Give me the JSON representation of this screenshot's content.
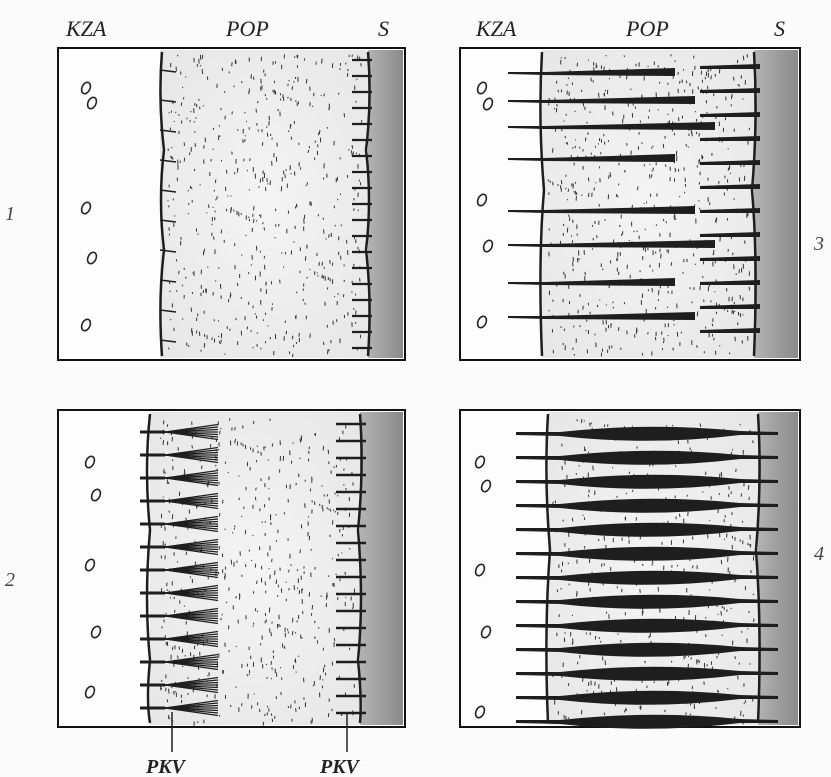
{
  "header_labels": {
    "left": {
      "kza": "KZA",
      "pop": "POP",
      "s": "S"
    },
    "right": {
      "kza": "KZA",
      "pop": "POP",
      "s": "S"
    }
  },
  "panel_numbers": {
    "p1": "1",
    "p2": "2",
    "p3": "3",
    "p4": "4"
  },
  "bottom_labels": {
    "pkv_left": "PKV",
    "pkv_right": "PKV"
  },
  "colors": {
    "ink": "#1e1e1e",
    "stipple": "#333333",
    "shade": "#9a9a9a"
  }
}
